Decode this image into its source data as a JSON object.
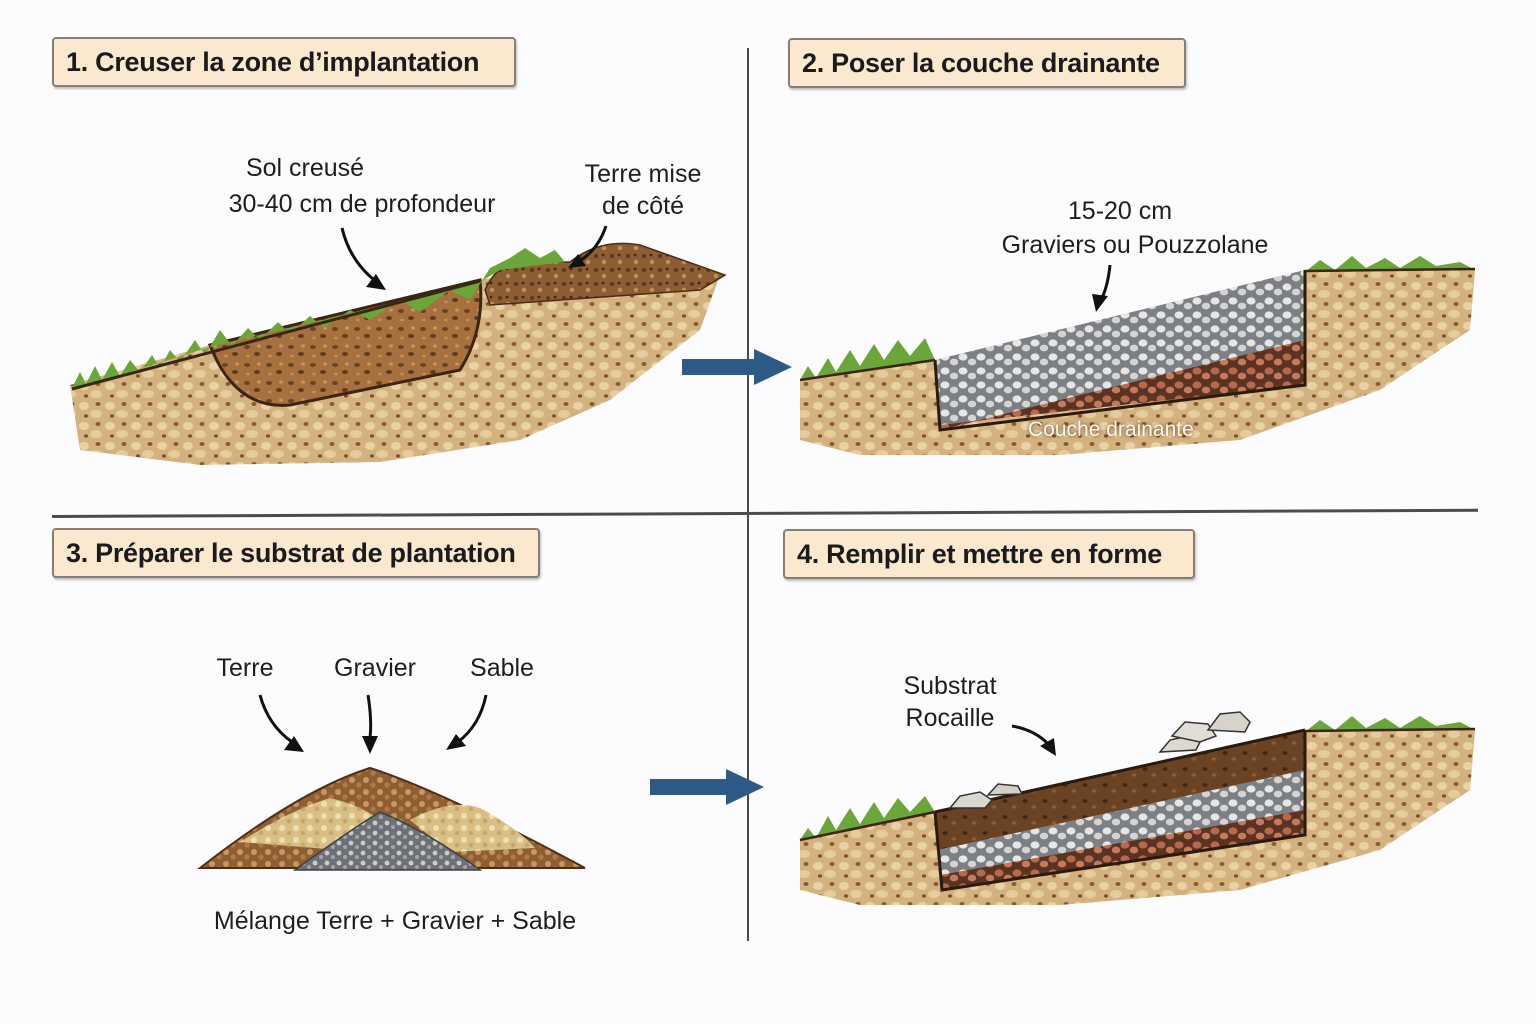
{
  "colors": {
    "title_bg": "#fbe9cf",
    "title_border": "#8a7e74",
    "arrow_blue": "#2d5a86",
    "soil_light": "#d3b17e",
    "soil_dark": "#8a5a33",
    "grass": "#6aa63a",
    "gravel_grey": "#9a9c9e",
    "pozzolane_red": "#b56a4c"
  },
  "steps": [
    {
      "number": 1,
      "title": "1. Creuser la zone d’implantation",
      "labels": {
        "dug_soil_line1": "Sol creusé",
        "dug_soil_line2": "30-40 cm de profondeur",
        "set_aside_line1": "Terre mise",
        "set_aside_line2": "de côté"
      }
    },
    {
      "number": 2,
      "title": "2. Poser la couche drainante",
      "labels": {
        "thickness": "15-20 cm",
        "material": "Graviers ou Pouzzolane",
        "layer_name": "Couche drainante"
      }
    },
    {
      "number": 3,
      "title": "3. Préparer le substrat de plantation",
      "labels": {
        "ingredient_1": "Terre",
        "ingredient_2": "Gravier",
        "ingredient_3": "Sable",
        "mix": "Mélange Terre + Gravier + Sable"
      }
    },
    {
      "number": 4,
      "title": "4. Remplir et mettre en forme",
      "labels": {
        "substrate_line1": "Substrat",
        "substrate_line2": "Rocaille"
      }
    }
  ],
  "icons": {
    "flow_arrow": "arrow-right",
    "pointer_arrow": "curved-arrow"
  }
}
